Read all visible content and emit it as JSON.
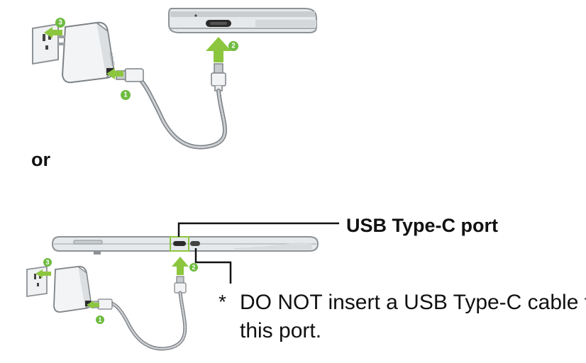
{
  "separator": "or",
  "callout": {
    "port_label": "USB Type-C port"
  },
  "note": {
    "asterisk": "*",
    "line1": "DO NOT insert a USB Type-C cable to",
    "line2": "this port."
  },
  "steps": {
    "s1": "1",
    "s2": "2",
    "s3": "3"
  },
  "colors": {
    "accent_green": "#8cc63f",
    "step_badge": "#6dbb3f",
    "device_gray": "#9aa0a5",
    "device_light": "#e3e6e8",
    "callout_line": "#111111"
  },
  "icons": [
    "power-adapter-icon",
    "wall-outlet-icon",
    "usb-cable-icon",
    "phone-side-icon",
    "usb-c-port-icon",
    "arrow-up-icon"
  ]
}
